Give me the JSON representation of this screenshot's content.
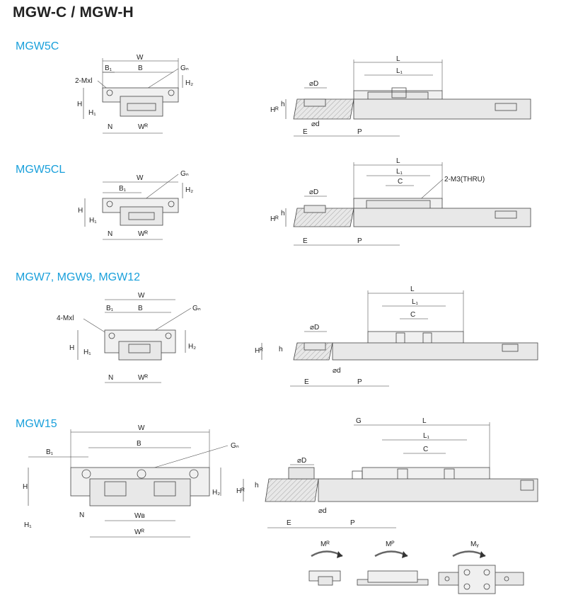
{
  "page_title": "MGW-C / MGW-H",
  "sections": [
    {
      "title": "MGW5C"
    },
    {
      "title": "MGW5CL"
    },
    {
      "title": "MGW7, MGW9, MGW12"
    },
    {
      "title": "MGW15"
    }
  ],
  "labels": {
    "W": "W",
    "B": "B",
    "B1": "B₁",
    "Gn": "Gₙ",
    "H": "H",
    "H1": "H₁",
    "H2": "H₂",
    "N": "N",
    "WR": "Wᴿ",
    "WB": "Wʙ",
    "L": "L",
    "L1": "L₁",
    "C": "C",
    "HR": "Hᴿ",
    "h": "h",
    "D": "⌀D",
    "d": "⌀d",
    "E": "E",
    "P": "P",
    "G": "G",
    "two_mx": "2-Mxl",
    "four_mx": "4-Mxl",
    "two_m3": "2-M3(THRU)",
    "MR": "Mᴿ",
    "MP": "Mᴾ",
    "MY": "Mᵧ"
  }
}
